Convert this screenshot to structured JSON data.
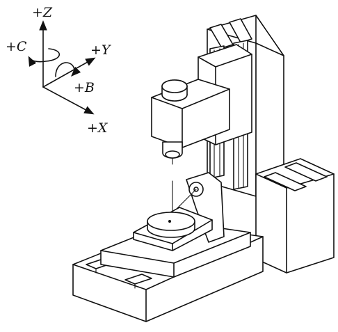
{
  "axes": {
    "z_label": "+Z",
    "c_label": "+C",
    "y_label": "+Y",
    "b_label": "+B",
    "x_label": "+X"
  },
  "colors": {
    "line": "#111111",
    "background": "#ffffff"
  }
}
